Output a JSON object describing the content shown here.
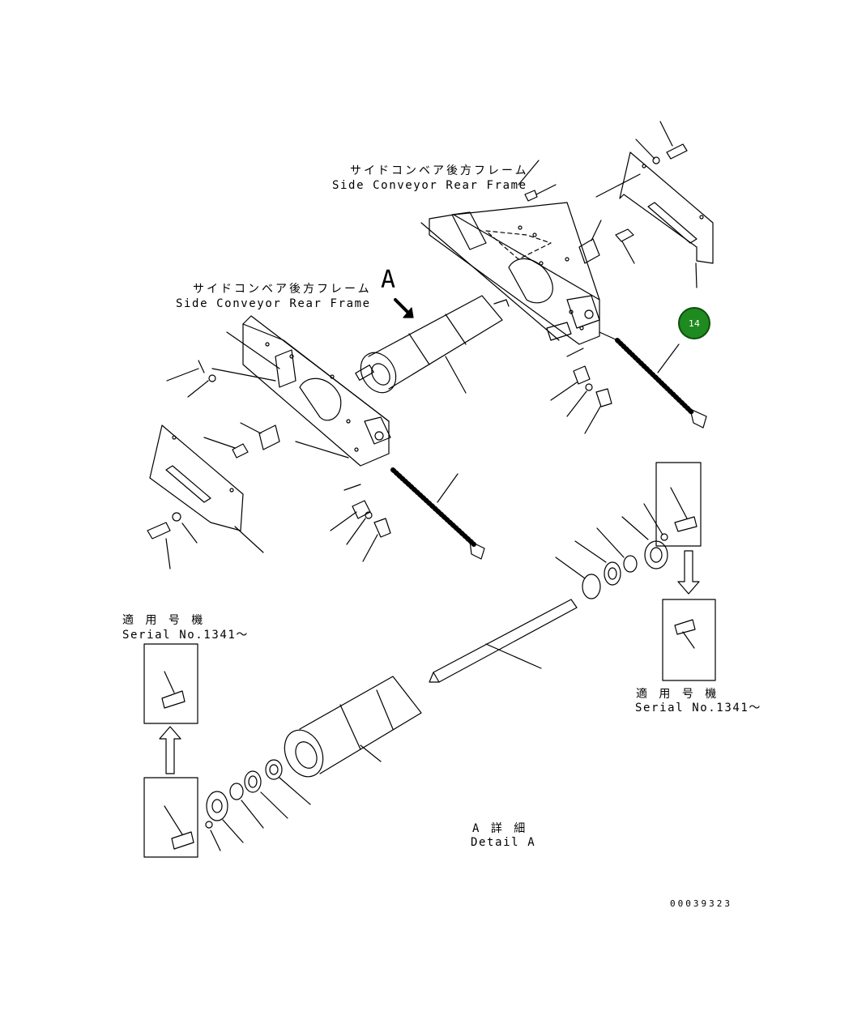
{
  "labels": {
    "rear_frame_jp_upper": "サイドコンベア後方フレーム",
    "rear_frame_en_upper": "Side Conveyor Rear Frame",
    "rear_frame_jp_left": "サイドコンベア後方フレーム",
    "rear_frame_en_left": "Side Conveyor Rear Frame",
    "view_marker": "A",
    "serial_jp_left": "適 用 号 機",
    "serial_en_left": "Serial No.1341〜",
    "serial_jp_right": "適 用 号 機",
    "serial_en_right": "Serial No.1341〜",
    "detail_jp": "A 詳 細",
    "detail_en": "Detail A",
    "drawing_number": "00039323"
  },
  "callout": {
    "number": "14",
    "color": "#1f8a1f"
  }
}
